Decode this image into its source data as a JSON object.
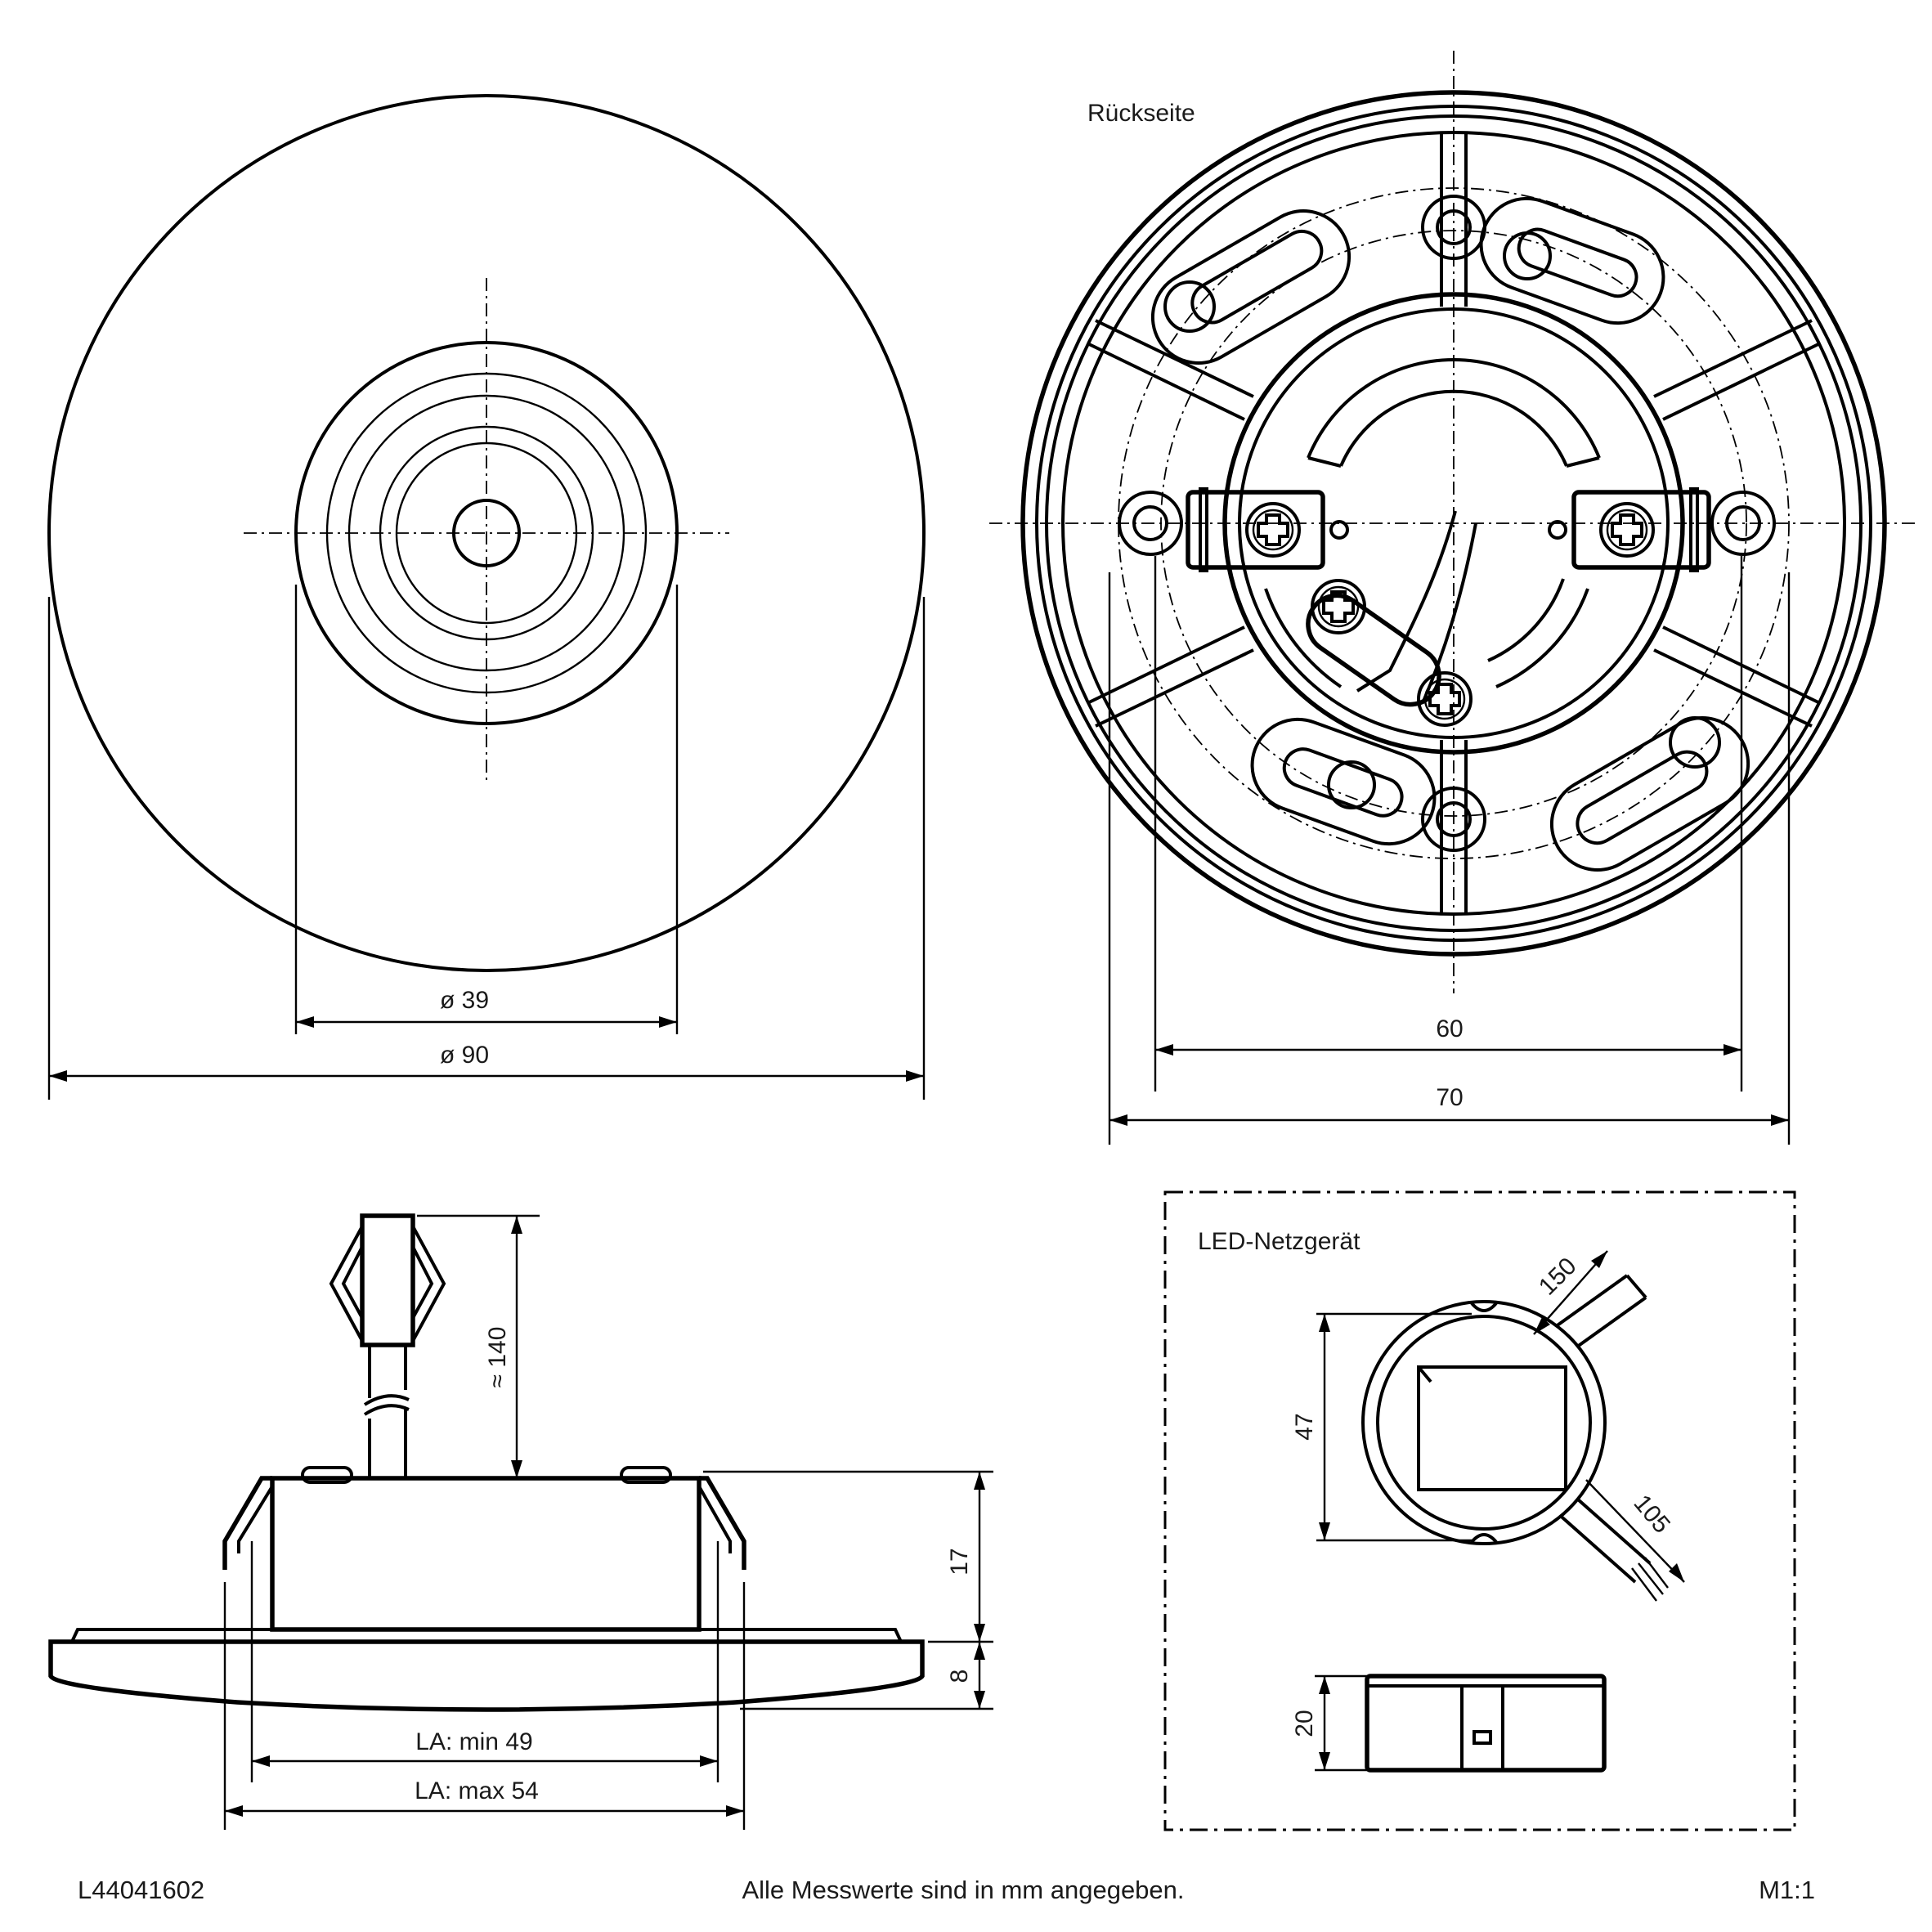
{
  "views": {
    "back_title": "Rückseite",
    "driver_title": "LED-Netzgerät"
  },
  "dimensions": {
    "d39": "ø 39",
    "d90": "ø 90",
    "d60": "60",
    "d70": "70",
    "d140": "≈ 140",
    "d17": "17",
    "d8": "8",
    "la_min": "LA: min 49",
    "la_max": "LA: max 54",
    "d150": "150",
    "d47": "47",
    "d105": "105",
    "d20": "20"
  },
  "footer": {
    "article": "L44041602",
    "note": "Alle Messwerte sind in mm angegeben.",
    "scale": "M1:1"
  }
}
